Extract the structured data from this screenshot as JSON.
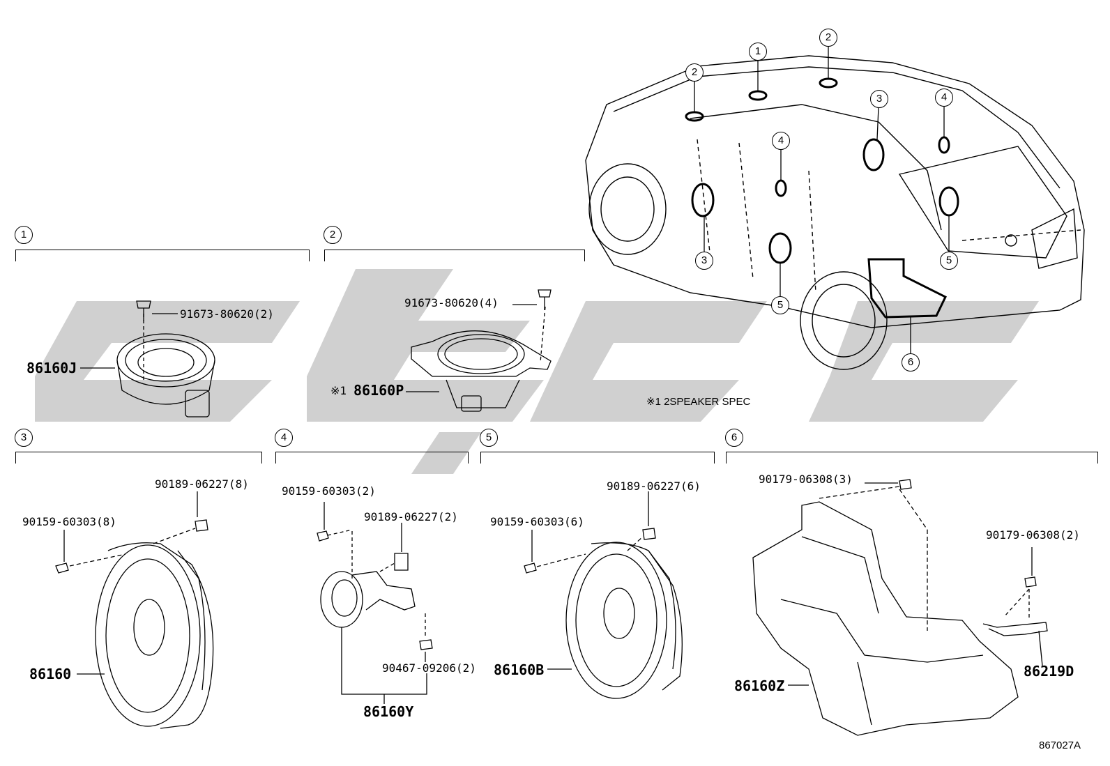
{
  "sections": [
    {
      "num": "1",
      "parts": [
        "91673-80620(2)",
        "86160J"
      ]
    },
    {
      "num": "2",
      "parts": [
        "91673-80620(4)",
        "※1",
        "86160P"
      ]
    },
    {
      "num": "3",
      "parts": [
        "90189-06227(8)",
        "90159-60303(8)",
        "86160"
      ]
    },
    {
      "num": "4",
      "parts": [
        "90159-60303(2)",
        "90189-06227(2)",
        "90467-09206(2)",
        "86160Y"
      ]
    },
    {
      "num": "5",
      "parts": [
        "90189-06227(6)",
        "90159-60303(6)",
        "86160B"
      ]
    },
    {
      "num": "6",
      "parts": [
        "90179-06308(3)",
        "90179-06308(2)",
        "86219D",
        "86160Z"
      ]
    }
  ],
  "car_callouts": [
    "2",
    "1",
    "2",
    "3",
    "4",
    "4",
    "3",
    "5",
    "5",
    "6"
  ],
  "note": "※1 2SPEAKER SPEC",
  "diagram_id": "867027A",
  "colors": {
    "line": "#000000",
    "watermark": "#c8c8c8",
    "highlight": "#000000"
  }
}
